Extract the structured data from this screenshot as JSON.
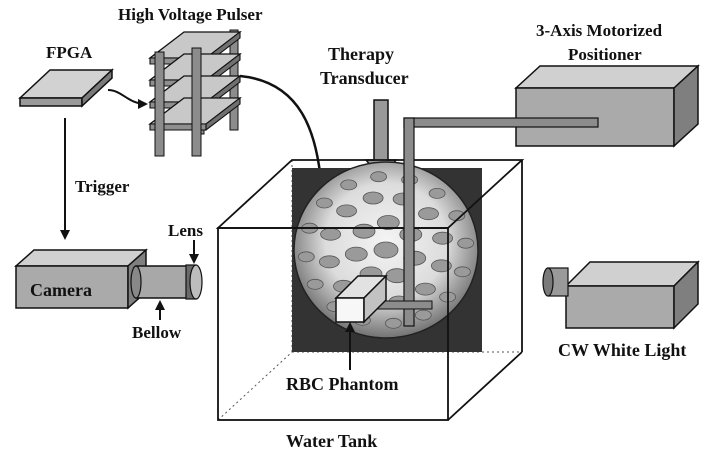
{
  "labels": {
    "fpga": "FPGA",
    "pulser": "High Voltage Pulser",
    "transducer_line1": "Therapy",
    "transducer_line2": "Transducer",
    "positioner_line1": "3-Axis Motorized",
    "positioner_line2": "Positioner",
    "trigger": "Trigger",
    "lens": "Lens",
    "camera": "Camera",
    "bellow": "Bellow",
    "light": "CW White Light",
    "phantom": "RBC Phantom",
    "tank": "Water Tank"
  },
  "colors": {
    "box_face": "#aaaaaa",
    "box_top": "#d0d0d0",
    "box_side": "#7f7f7f",
    "rod": "#8c8c8c",
    "stroke": "#111111"
  }
}
